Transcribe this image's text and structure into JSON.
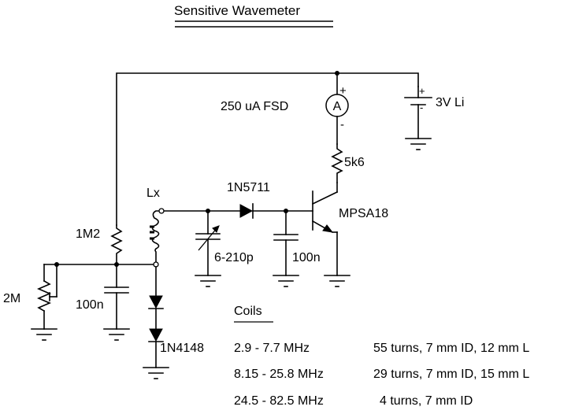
{
  "title": "Sensitive Wavemeter",
  "components": {
    "meter": {
      "label": "250 uA FSD",
      "symbol": "A",
      "plus": "+",
      "minus": "-"
    },
    "battery": {
      "label": "3V Li",
      "plus": "+",
      "minus": "-"
    },
    "collector_resistor": {
      "label": "5k6"
    },
    "schottky_diode": {
      "label": "1N5711"
    },
    "transistor": {
      "label": "MPSA18"
    },
    "coil": {
      "label": "Lx"
    },
    "bias_resistor": {
      "label": "1M2"
    },
    "trimmer_cap": {
      "label": "6-210p"
    },
    "base_cap": {
      "label": "100n"
    },
    "bias_cap": {
      "label": "100n"
    },
    "pot": {
      "label": "2M"
    },
    "bias_diodes": {
      "label": "1N4148"
    }
  },
  "coils": {
    "heading": "Coils",
    "rows": [
      {
        "range": "2.9 - 7.7 MHz",
        "spec": "55 turns, 7 mm ID, 12 mm L"
      },
      {
        "range": "8.15 - 25.8 MHz",
        "spec": "29 turns, 7 mm ID, 15 mm L"
      },
      {
        "range": "24.5 - 82.5 MHz",
        "spec": "4 turns, 7 mm ID"
      }
    ]
  }
}
